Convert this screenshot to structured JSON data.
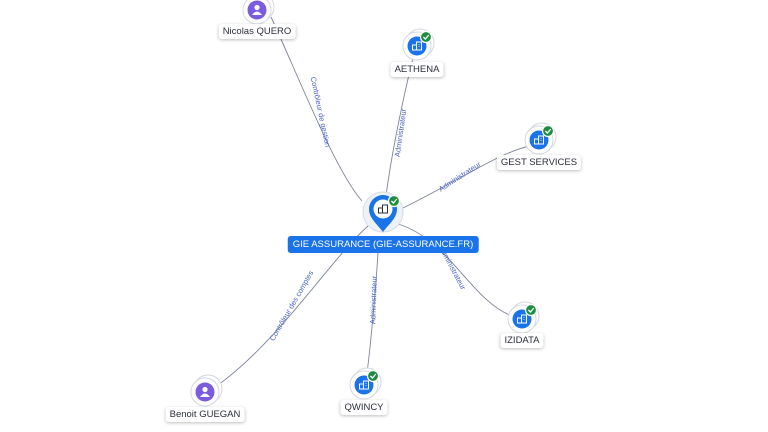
{
  "center": {
    "label": "GIE ASSURANCE (GIE-ASSURANCE.FR)",
    "icon": "company-icon",
    "verified": true
  },
  "nodes": [
    {
      "id": "nicolas",
      "label": "Nicolas QUERO",
      "kind": "person",
      "icon": "person-icon",
      "verified": false
    },
    {
      "id": "aethena",
      "label": "AETHENA",
      "kind": "company",
      "icon": "company-icon",
      "verified": true
    },
    {
      "id": "gest",
      "label": "GEST SERVICES",
      "kind": "company",
      "icon": "company-icon",
      "verified": true
    },
    {
      "id": "izidata",
      "label": "IZIDATA",
      "kind": "company",
      "icon": "company-icon",
      "verified": true
    },
    {
      "id": "qwincy",
      "label": "QWINCY",
      "kind": "company",
      "icon": "company-icon",
      "verified": true
    },
    {
      "id": "benoit",
      "label": "Benoit GUEGAN",
      "kind": "person",
      "icon": "person-icon",
      "verified": false
    }
  ],
  "edges": [
    {
      "to": "nicolas",
      "label": "Contrôleur de gestion"
    },
    {
      "to": "aethena",
      "label": "Administrateur"
    },
    {
      "to": "gest",
      "label": "Administrateur"
    },
    {
      "to": "izidata",
      "label": "Administrateur"
    },
    {
      "to": "qwincy",
      "label": "Administrateur"
    },
    {
      "to": "benoit",
      "label": "Contrôleur des comptes"
    }
  ],
  "colors": {
    "accent": "#1a73e8",
    "person": "#7b5ce0",
    "verified": "#1e8e3e",
    "edge": "#7d8597"
  }
}
